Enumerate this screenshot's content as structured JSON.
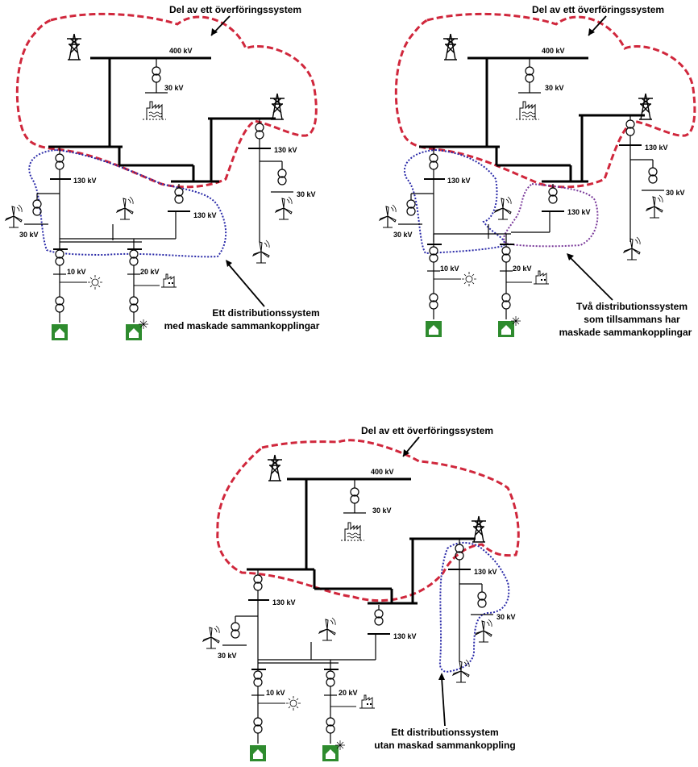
{
  "colors": {
    "transmission_boundary": "#d0273c",
    "distribution_boundary": "#2a2aa8",
    "distribution_boundary_second": "#7a3a9a",
    "house": "#2e8b2e"
  },
  "icons": [
    "transmission-tower-icon",
    "transformer-icon",
    "factory-icon",
    "wind-turbine-icon",
    "sun-icon",
    "house-icon"
  ],
  "panels": [
    {
      "voltage_400": "400 kV",
      "voltage_30_factory": "30 kV",
      "voltage_130_left": "130 kV",
      "voltage_30_left": "30 kV",
      "voltage_130_center": "130 kV",
      "voltage_10": "10 kV",
      "voltage_20": "20 kV",
      "voltage_130_right": "130 kV",
      "voltage_30_right": "30 kV",
      "caption_transmission": "Del av ett överföringssystem",
      "caption_distribution": [
        "Ett distributionssystem",
        "med maskade sammankopplingar"
      ]
    },
    {
      "voltage_400": "400 kV",
      "voltage_30_factory": "30 kV",
      "voltage_130_left": "130 kV",
      "voltage_30_left": "30 kV",
      "voltage_130_center": "130 kV",
      "voltage_10": "10 kV",
      "voltage_20": "20 kV",
      "voltage_130_right": "130 kV",
      "voltage_30_right": "30 kV",
      "caption_transmission": "Del av ett överföringssystem",
      "caption_distribution": [
        "Två distributionssystem",
        "som tillsammans har",
        "maskade sammankopplingar"
      ]
    },
    {
      "voltage_400": "400 kV",
      "voltage_30_factory": "30 kV",
      "voltage_130_left": "130 kV",
      "voltage_30_left": "30 kV",
      "voltage_130_center": "130 kV",
      "voltage_10": "10 kV",
      "voltage_20": "20 kV",
      "voltage_130_right": "130 kV",
      "voltage_30_right": "30 kV",
      "caption_transmission": "Del av ett överföringssystem",
      "caption_distribution": [
        "Ett distributionssystem",
        "utan maskad sammankoppling"
      ]
    }
  ]
}
